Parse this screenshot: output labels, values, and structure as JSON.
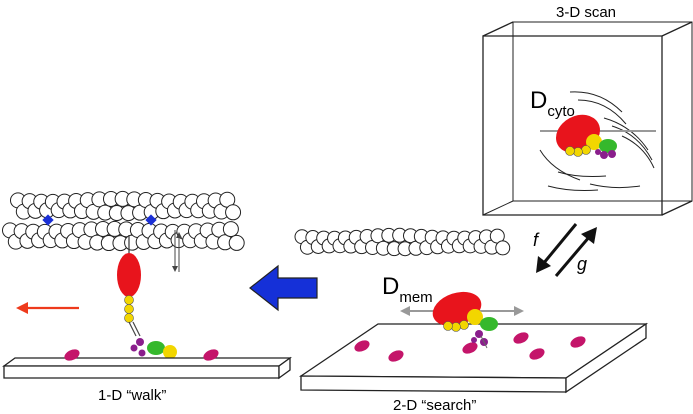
{
  "labels": {
    "scan_3d": "3-D scan",
    "walk_1d": "1-D “walk”",
    "search_2d": "2-D “search”",
    "d_cyto_main": "D",
    "d_cyto_sub": "cyto",
    "d_mem_main": "D",
    "d_mem_sub": "mem",
    "rate_f": "f",
    "rate_g": "g"
  },
  "colors": {
    "myosin_head": "#e8141c",
    "light_chain_yellow": "#f2d600",
    "domain_green": "#35b82c",
    "domain_purple": "#8a1e8c",
    "membrane_protein": "#c4156a",
    "binding_site": "#1a2fd6",
    "big_arrow": "#1530d8",
    "direction_arrow": "#ee3a1c"
  },
  "icons": {
    "transition_arrow": "large-left-arrow",
    "walk_direction": "left-arrow"
  }
}
